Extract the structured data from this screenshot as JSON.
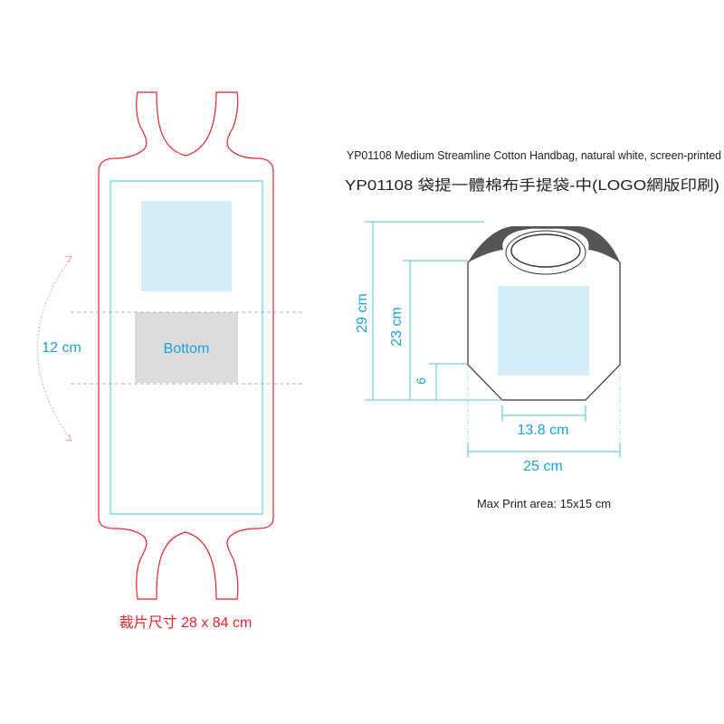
{
  "title_en": "YP01108 Medium Streamline Cotton Handbag, natural white, screen-printed",
  "title_zh": "YP01108 袋提一體棉布手提袋-中(LOGO網版印刷)",
  "flat": {
    "fold_label": "12 cm",
    "bottom_label": "Bottom",
    "cut_size_label": "裁片尺寸 28 x 84 cm"
  },
  "bag": {
    "height_total": "29 cm",
    "height_body": "23 cm",
    "gusset": "6",
    "bottom_width": "13.8 cm",
    "width": "25 cm",
    "print_area": "Max Print area: 15x15 cm"
  },
  "colors": {
    "cut_line": "#e8212c",
    "safe_line": "#66cde0",
    "print_fill": "#d6eef8",
    "bottom_fill": "#dcdcdc",
    "dimension_text": "#1aa3d9"
  }
}
